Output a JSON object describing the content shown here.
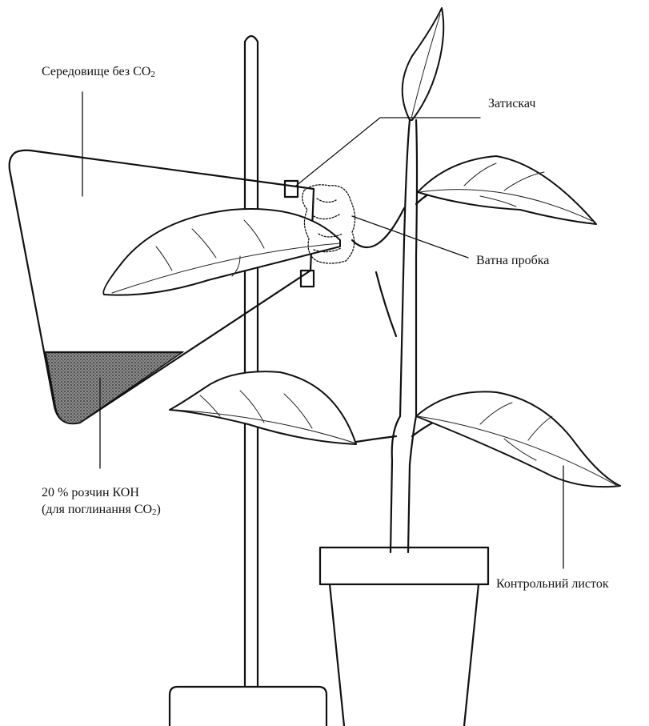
{
  "labels": {
    "medium_main": "Середовище без CO",
    "medium_sub": "2",
    "clamp": "Затискач",
    "cotton_plug": "Ватна пробка",
    "koh_line1": "20 % розчин КОН",
    "koh_line2_main": "(для поглинання CO",
    "koh_line2_sub": "2",
    "koh_line2_end": ")",
    "control_leaf": "Контрольний листок"
  },
  "colors": {
    "ink": "#111111",
    "background": "#ffffff",
    "solution_fill": "#6e6e6e"
  }
}
